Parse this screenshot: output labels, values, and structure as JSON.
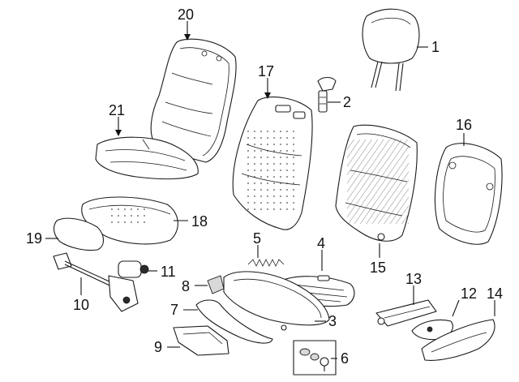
{
  "callouts": [
    {
      "id": "c20",
      "text": "20"
    },
    {
      "id": "c1",
      "text": "1"
    },
    {
      "id": "c17",
      "text": "17"
    },
    {
      "id": "c2",
      "text": "2"
    },
    {
      "id": "c21",
      "text": "21"
    },
    {
      "id": "c16",
      "text": "16"
    },
    {
      "id": "c18",
      "text": "18"
    },
    {
      "id": "c19",
      "text": "19"
    },
    {
      "id": "c5",
      "text": "5"
    },
    {
      "id": "c4",
      "text": "4"
    },
    {
      "id": "c15",
      "text": "15"
    },
    {
      "id": "c11",
      "text": "11"
    },
    {
      "id": "c8",
      "text": "8"
    },
    {
      "id": "c10",
      "text": "10"
    },
    {
      "id": "c13",
      "text": "13"
    },
    {
      "id": "c12",
      "text": "12"
    },
    {
      "id": "c14",
      "text": "14"
    },
    {
      "id": "c7",
      "text": "7"
    },
    {
      "id": "c3",
      "text": "3"
    },
    {
      "id": "c9",
      "text": "9"
    },
    {
      "id": "c6",
      "text": "6"
    }
  ]
}
